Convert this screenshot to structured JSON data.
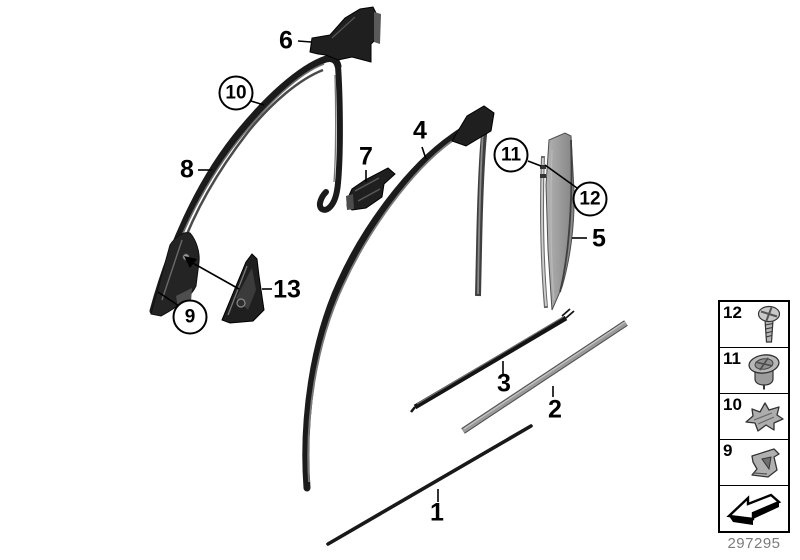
{
  "figure": {
    "title_semantic": "door-window-frame-trims-seals-diagram",
    "background": "#ffffff"
  },
  "callouts": [
    {
      "part": "6",
      "style": "plain"
    },
    {
      "part": "10",
      "style": "circled"
    },
    {
      "part": "8",
      "style": "plain"
    },
    {
      "part": "9",
      "style": "circled"
    },
    {
      "part": "13",
      "style": "plain"
    },
    {
      "part": "7",
      "style": "plain"
    },
    {
      "part": "4",
      "style": "plain"
    },
    {
      "part": "11",
      "style": "circled"
    },
    {
      "part": "12",
      "style": "circled"
    },
    {
      "part": "5",
      "style": "plain"
    },
    {
      "part": "3",
      "style": "plain"
    },
    {
      "part": "2",
      "style": "plain"
    },
    {
      "part": "1",
      "style": "plain"
    }
  ],
  "legend": {
    "rows": [
      {
        "number": "12",
        "icon": "screw-icon"
      },
      {
        "number": "11",
        "icon": "grommet-nut-icon"
      },
      {
        "number": "10",
        "icon": "retaining-clip-icon"
      },
      {
        "number": "9",
        "icon": "spring-clip-icon"
      }
    ],
    "footer_icon": "direction-arrow-icon"
  },
  "footer": {
    "code": "297295"
  },
  "colors": {
    "line": "#1b1b1b",
    "frame_highlight": "#757575",
    "panel_gray": "#9a9a9a",
    "strip_gray": "#919191",
    "code_gray": "#7b7b7b"
  }
}
